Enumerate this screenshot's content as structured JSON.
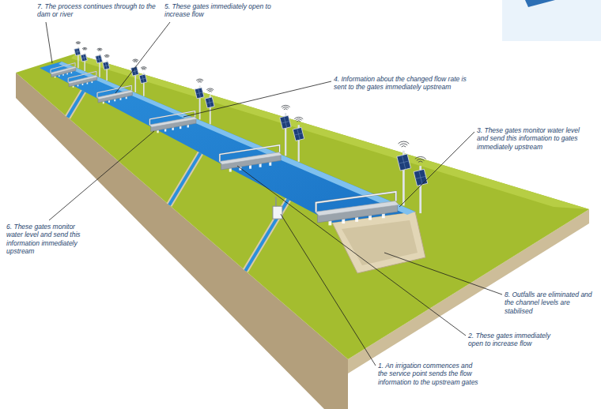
{
  "diagram": {
    "labels": [
      "7. The process continues through to the dam or river",
      "5. These gates immediately open to increase flow",
      "4. Information about the changed flow rate is sent to the gates immediately upstream",
      "3. These gates monitor water level and send this information to gates immediately upstream",
      "6. These gates monitor water level and send this information immediately upstream",
      "8. Outfalls are eliminated and the channel levels are stabilised",
      "2. These gates immediately open to increase flow",
      "1. An irrigation commences and the service point sends the flow information to the upstream gates"
    ]
  }
}
